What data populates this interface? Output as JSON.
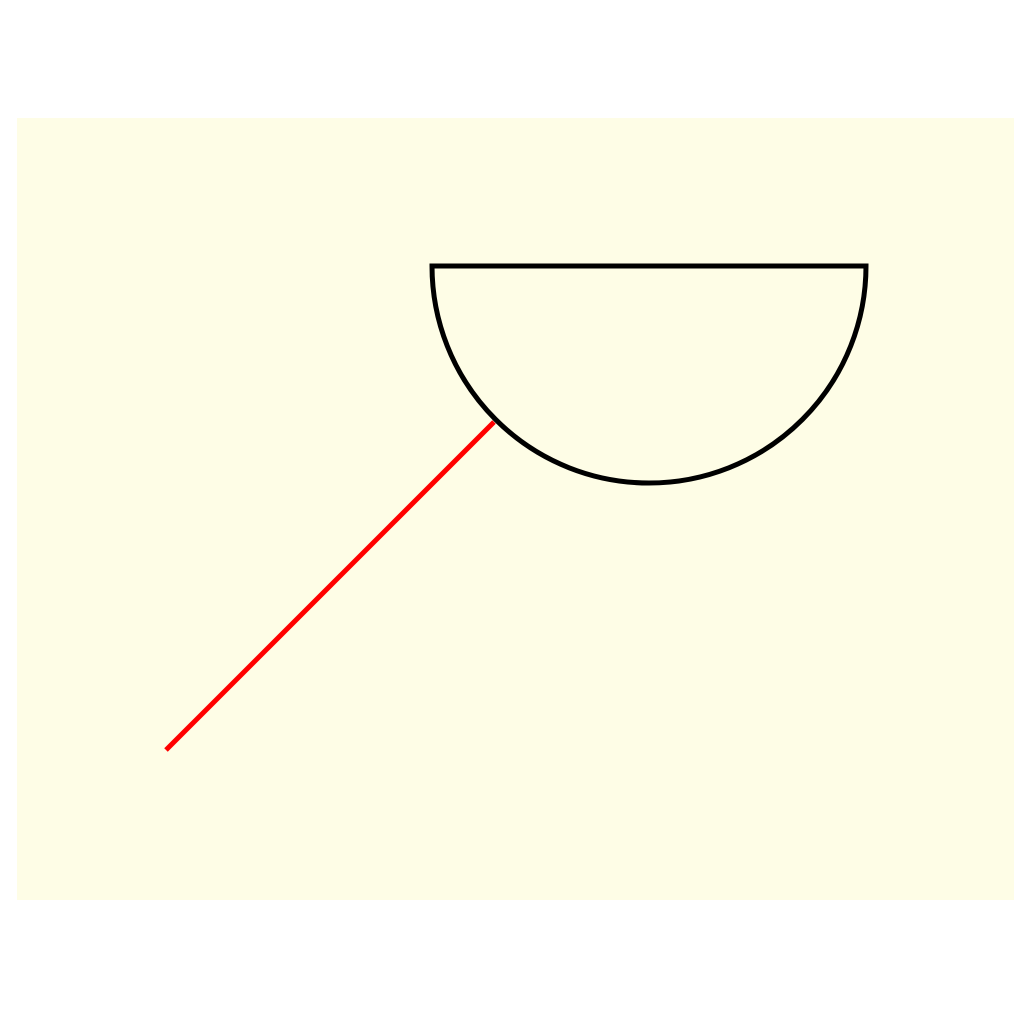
{
  "diagram": {
    "background_color": "#ffffff",
    "panel_color": "#fefde6",
    "shapes": [
      {
        "kind": "semicircle-bowl",
        "name": "semicircle-shape",
        "stroke_color": "#000000",
        "fill_color": "#fefde6"
      },
      {
        "kind": "line",
        "name": "red-line",
        "stroke_color": "#ff0000"
      }
    ]
  }
}
